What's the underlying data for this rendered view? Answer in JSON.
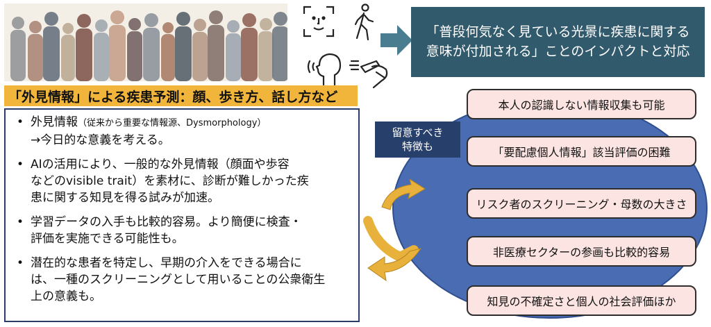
{
  "header": {
    "title": "「外見情報」による疾患予測：顔、歩き方、話し方など"
  },
  "impact_box": {
    "line1": "「普段何気なく見ている光景に疾患に関する",
    "line2": "意味が付加される」ことのインパクトと対応"
  },
  "bullets": {
    "item1_main": "外見情報",
    "item1_note": "（従来から重要な情報源、Dysmorphology）",
    "item1_line2": "→今日的な意義を考える。",
    "item2_line1": "AIの活用により、一般的な外見情報（顔面や歩容",
    "item2_line2": "などのvisible trait）を素材に、診断が難しかった疾",
    "item2_line3": "患に関する知見を得る試みが加速。",
    "item3_line1": "学習データの入手も比較的容易。より簡便に検査・",
    "item3_line2": "評価を実施できる可能性も。",
    "item4_line1": "潜在的な患者を特定し、早期の介入をできる場合に",
    "item4_line2": "は、一種のスクリーニングとして用いることの公衆衛生",
    "item4_line3": "上の意義も。"
  },
  "features": {
    "label_line1": "留意すべき",
    "label_line2": "特徴も",
    "items": [
      "本人の認識しない情報収集も可能",
      "「要配慮個人情報」該当評価の困難",
      "リスク者のスクリーニング・母数の大きさ",
      "非医療セクターの参画も比較的容易",
      "知見の不確定さと個人の社会評価ほか"
    ]
  },
  "colors": {
    "impact_bg": "#325a6d",
    "header_bg": "#f1b53b",
    "ellipse": "#4a6cb3",
    "feature_bg": "#fbe4e1",
    "label_bg": "#263f6b",
    "cycle_arrow": "#e8b13c"
  }
}
